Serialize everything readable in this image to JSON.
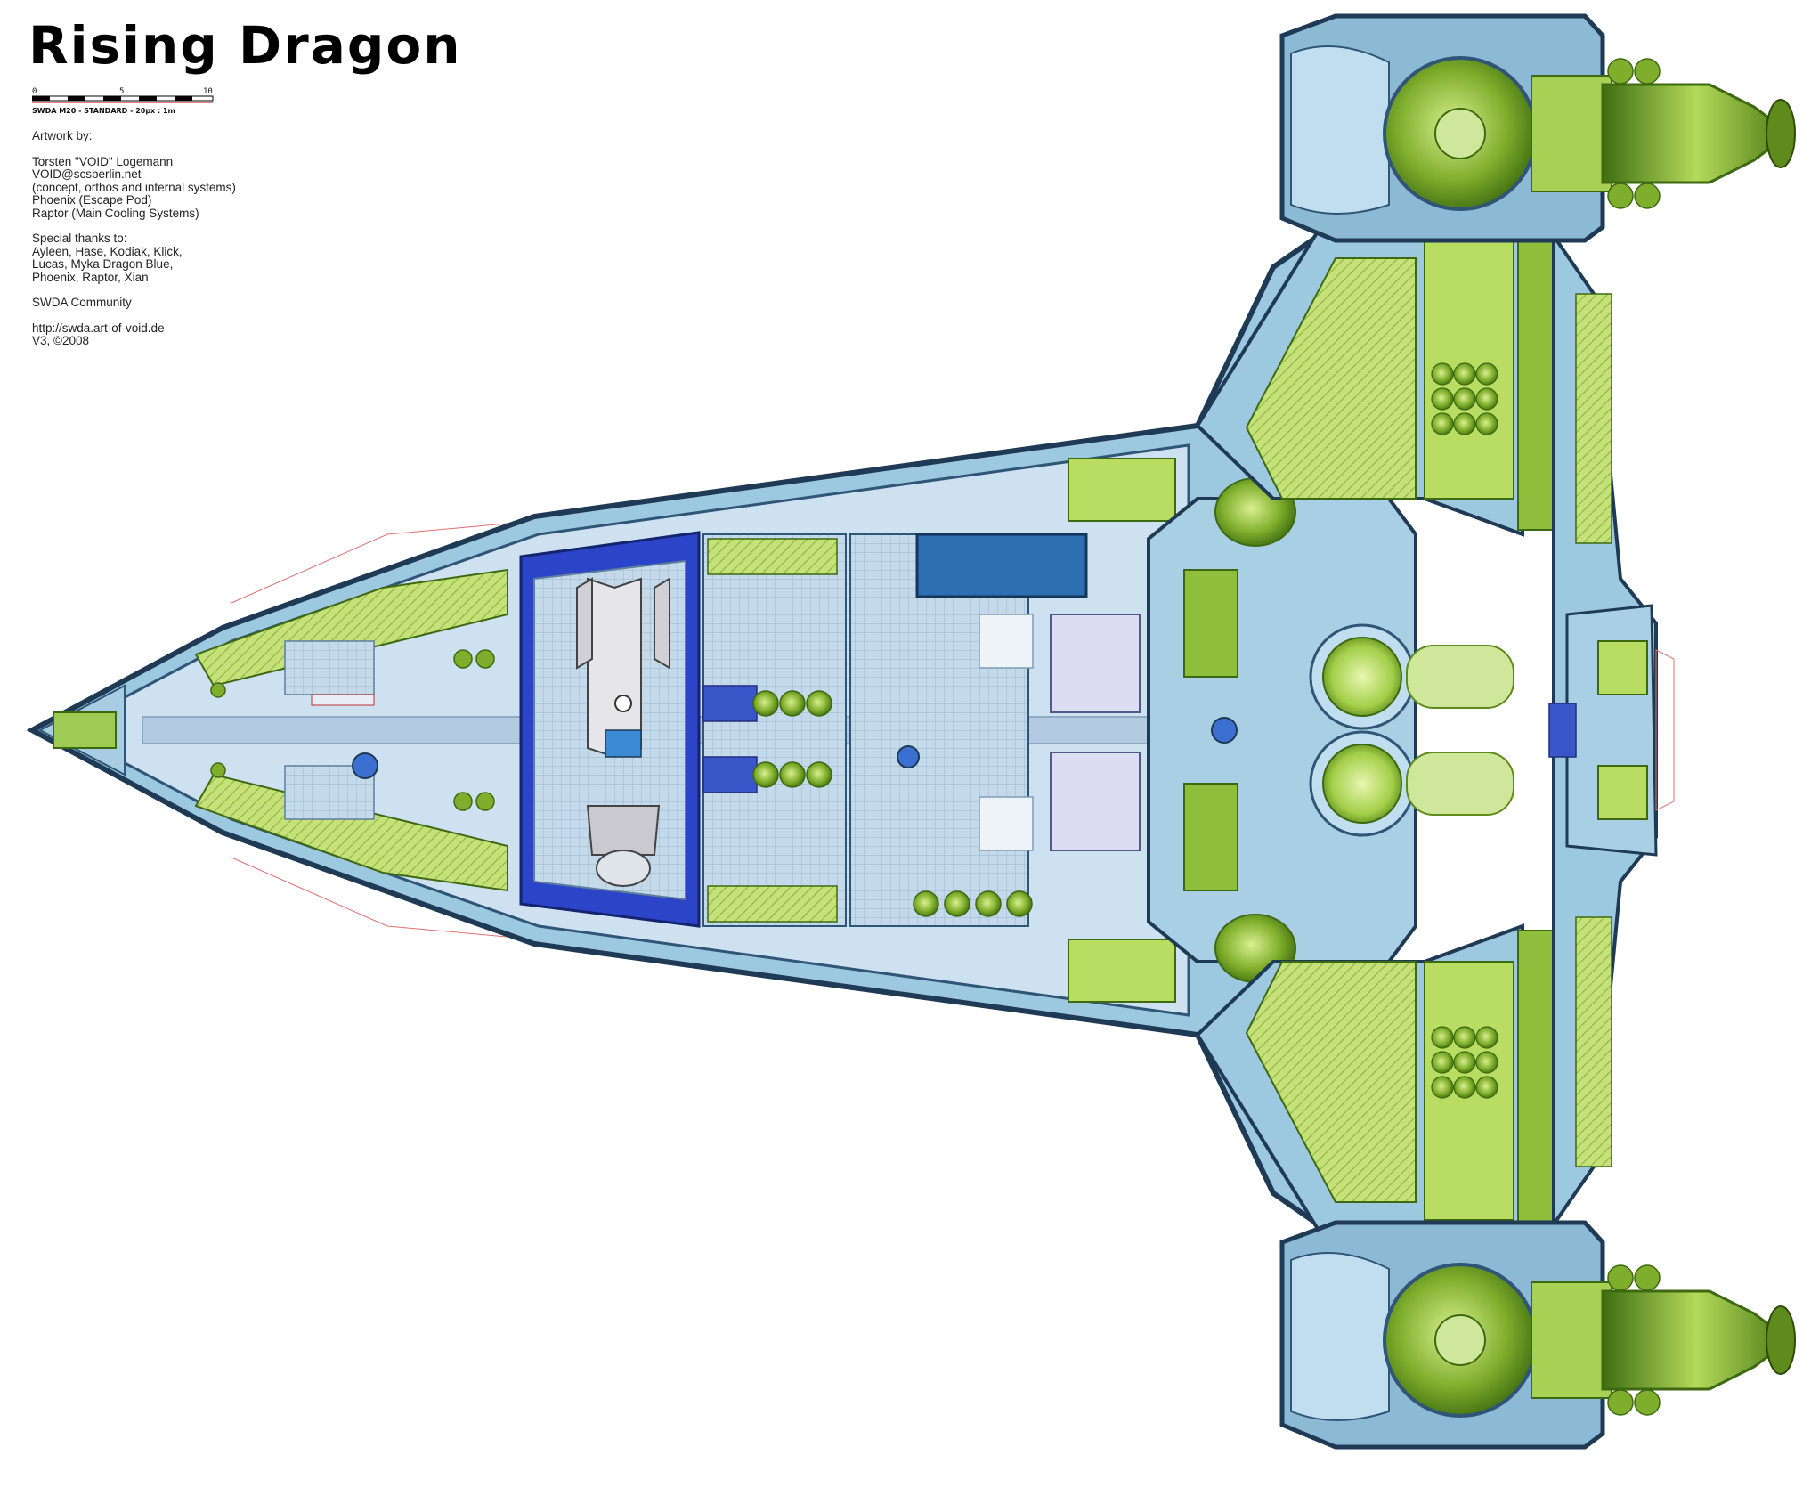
{
  "title": "Rising Dragon",
  "scale": {
    "tick_0": "0",
    "tick_5": "5",
    "tick_10": "10",
    "footer": "SWDA M20 - STANDARD - 20px : 1m"
  },
  "credits": {
    "heading": "Artwork by:",
    "lines": [
      "Torsten \"VOID\" Logemann",
      "VOID@scsberlin.net",
      "(concept, orthos and internal systems)",
      "Phoenix (Escape Pod)",
      "Raptor (Main Cooling Systems)"
    ],
    "thanks_heading": "Special thanks to:",
    "thanks": [
      "Ayleen, Hase, Kodiak, Klick,",
      "Lucas, Myka Dragon Blue,",
      "Phoenix, Raptor, Xian"
    ],
    "community": "SWDA Community",
    "url": "http://swda.art-of-void.de",
    "version": "V3, ©2008"
  },
  "colors": {
    "hull_outline": "#1e3a55",
    "hull_blue": "#9cc8e0",
    "deck_light": "#c9def0",
    "green_light": "#c6e07a",
    "green_dark": "#5f8a1c",
    "hangar_blue": "#2b44c8",
    "pool_blue": "#2d6fb0"
  }
}
